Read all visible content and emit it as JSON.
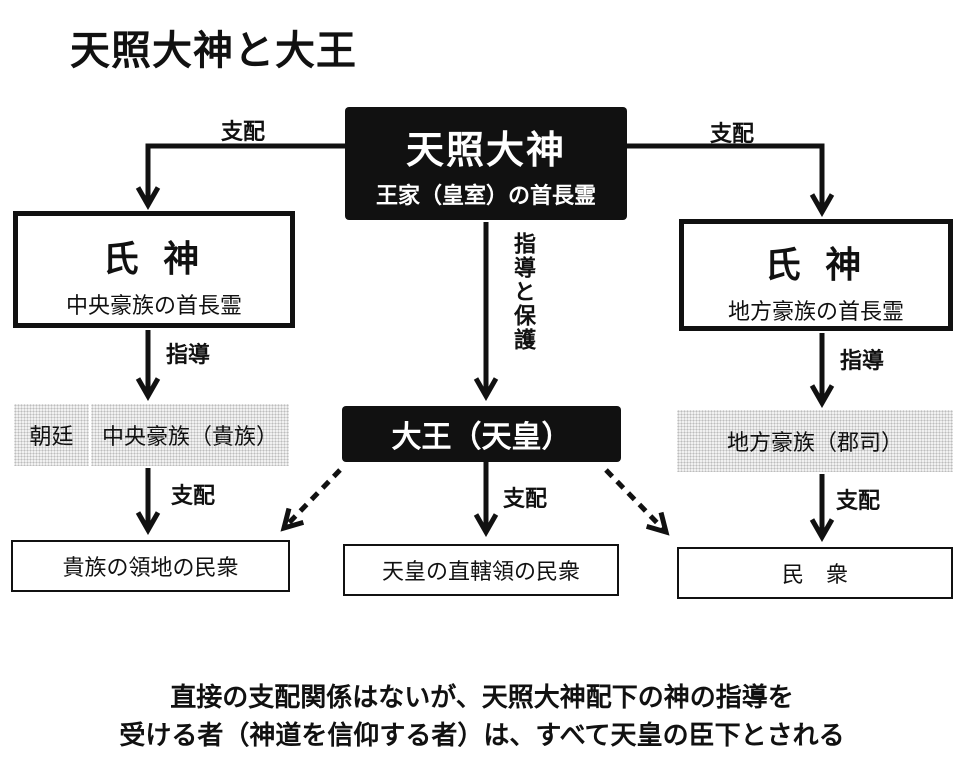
{
  "title": "天照大神と大王",
  "top_node": {
    "title": "天照大神",
    "subtitle": "王家（皇室）の首長霊"
  },
  "left_node": {
    "title": "氏 神",
    "subtitle": "中央豪族の首長霊"
  },
  "right_node": {
    "title": "氏 神",
    "subtitle": "地方豪族の首長霊"
  },
  "king_node": {
    "title": "大王（天皇）"
  },
  "left_mid": {
    "tag": "朝廷",
    "text": "中央豪族（貴族）"
  },
  "right_mid": {
    "text": "地方豪族（郡司）"
  },
  "bottom": {
    "left": "貴族の領地の民衆",
    "center": "天皇の直轄領の民衆",
    "right": "民　衆"
  },
  "edge_labels": {
    "top_left": "支配",
    "top_right": "支配",
    "left_guide": "指導",
    "right_guide": "指導",
    "center_guide": "指導と保護",
    "left_rule": "支配",
    "center_rule": "支配",
    "right_rule": "支配"
  },
  "note": {
    "line1": "直接の支配関係はないが、天照大神配下の神の指導を",
    "line2": "受ける者（神道を信仰する者）は、すべて天皇の臣下とされる"
  }
}
